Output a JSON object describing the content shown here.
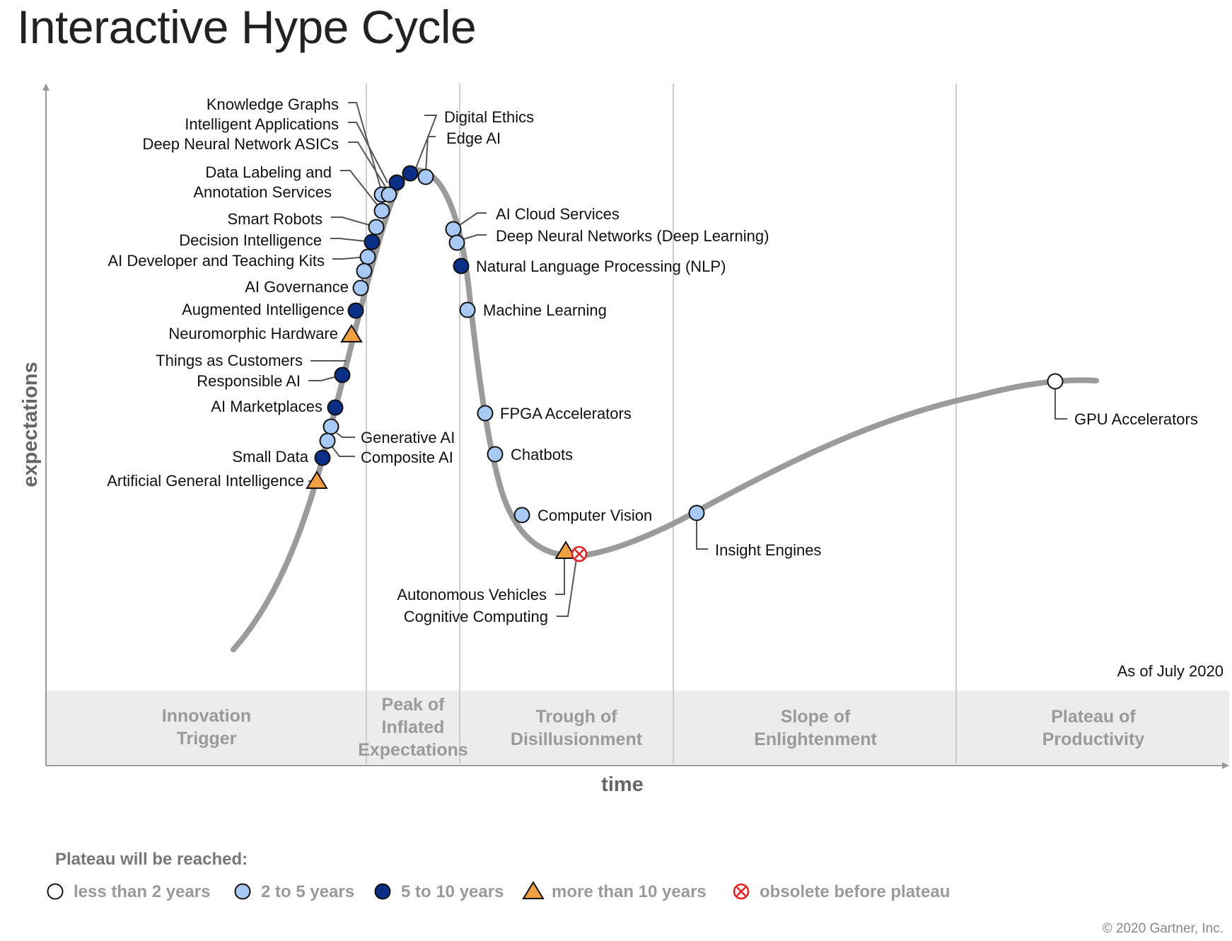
{
  "title": "Interactive Hype Cycle",
  "y_axis_label": "expectations",
  "x_axis_label": "time",
  "as_of": "As of July 2020",
  "copyright": "© 2020 Gartner, Inc.",
  "phases": [
    {
      "lines": [
        "Innovation",
        "Trigger"
      ]
    },
    {
      "lines": [
        "Peak of",
        "Inflated",
        "Expectations"
      ]
    },
    {
      "lines": [
        "Trough of",
        "Disillusionment"
      ]
    },
    {
      "lines": [
        "Slope of",
        "Enlightenment"
      ]
    },
    {
      "lines": [
        "Plateau of",
        "Productivity"
      ]
    }
  ],
  "legend": {
    "title": "Plateau will be reached:",
    "items": [
      {
        "key": "lt2",
        "label": "less than 2 years"
      },
      {
        "key": "2to5",
        "label": "2 to 5 years"
      },
      {
        "key": "5to10",
        "label": "5 to 10 years"
      },
      {
        "key": "gt10",
        "label": "more than 10 years"
      },
      {
        "key": "obsolete",
        "label": "obsolete before plateau"
      }
    ]
  },
  "colors": {
    "lt2": "#ffffff",
    "2to5": "#a9c9f5",
    "5to10": "#0b2e86",
    "gt10": "#f0a040",
    "obsolete": "#e02020",
    "curve": "#9b9b9b",
    "phase_band": "#ececec"
  },
  "technologies": [
    {
      "name": [
        "Knowledge Graphs"
      ],
      "category": "2to5"
    },
    {
      "name": [
        "Intelligent Applications"
      ],
      "category": "5to10"
    },
    {
      "name": [
        "Deep Neural Network ASICs"
      ],
      "category": "2to5"
    },
    {
      "name": [
        "Data Labeling and",
        "Annotation Services"
      ],
      "category": "2to5"
    },
    {
      "name": [
        "Smart Robots"
      ],
      "category": "2to5"
    },
    {
      "name": [
        "Decision Intelligence"
      ],
      "category": "5to10"
    },
    {
      "name": [
        "AI Developer and Teaching Kits"
      ],
      "category": "2to5"
    },
    {
      "name": [
        "AI Governance"
      ],
      "category": "2to5"
    },
    {
      "name": [
        "Augmented Intelligence"
      ],
      "category": "2to5"
    },
    {
      "name": [
        "Neuromorphic Hardware"
      ],
      "category": "5to10"
    },
    {
      "name": [
        "Things as Customers"
      ],
      "category": "gt10"
    },
    {
      "name": [
        "Responsible AI"
      ],
      "category": "5to10"
    },
    {
      "name": [
        "AI Marketplaces"
      ],
      "category": "5to10"
    },
    {
      "name": [
        "Generative AI"
      ],
      "category": "2to5"
    },
    {
      "name": [
        "Composite AI"
      ],
      "category": "2to5"
    },
    {
      "name": [
        "Small Data"
      ],
      "category": "5to10"
    },
    {
      "name": [
        "Artificial General Intelligence"
      ],
      "category": "gt10"
    },
    {
      "name": [
        "Digital Ethics"
      ],
      "category": "5to10"
    },
    {
      "name": [
        "Edge AI"
      ],
      "category": "2to5"
    },
    {
      "name": [
        "AI Cloud Services"
      ],
      "category": "2to5"
    },
    {
      "name": [
        "Deep Neural Networks (Deep Learning)"
      ],
      "category": "2to5"
    },
    {
      "name": [
        "Natural Language Processing (NLP)"
      ],
      "category": "5to10"
    },
    {
      "name": [
        "Machine Learning"
      ],
      "category": "2to5"
    },
    {
      "name": [
        "FPGA Accelerators"
      ],
      "category": "2to5"
    },
    {
      "name": [
        "Chatbots"
      ],
      "category": "2to5"
    },
    {
      "name": [
        "Computer Vision"
      ],
      "category": "2to5"
    },
    {
      "name": [
        "Autonomous Vehicles"
      ],
      "category": "gt10"
    },
    {
      "name": [
        "Cognitive Computing"
      ],
      "category": "obsolete"
    },
    {
      "name": [
        "Insight Engines"
      ],
      "category": "2to5"
    },
    {
      "name": [
        "GPU Accelerators"
      ],
      "category": "lt2"
    }
  ]
}
